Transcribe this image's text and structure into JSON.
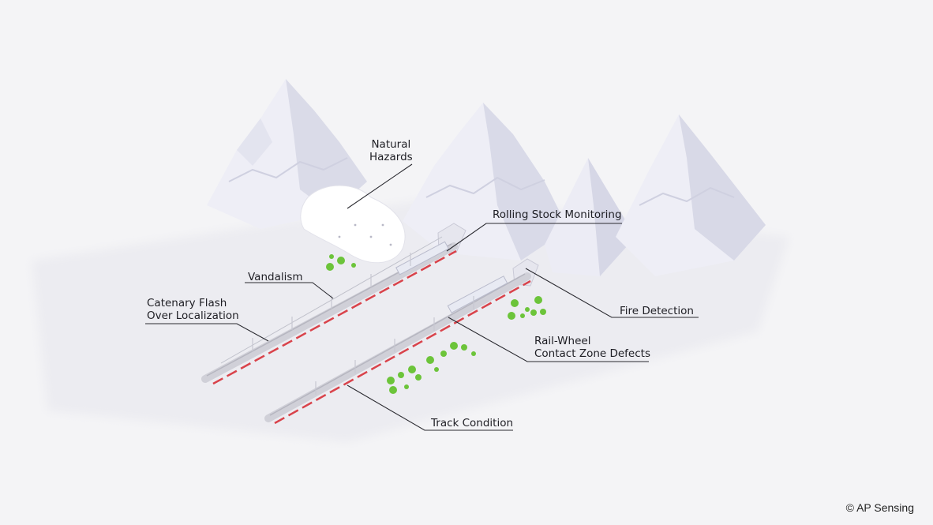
{
  "labels": {
    "natural_hazards": [
      "Natural",
      "Hazards"
    ],
    "rolling_stock": "Rolling Stock Monitoring",
    "vandalism": "Vandalism",
    "catenary": [
      "Catenary Flash",
      "Over Localization"
    ],
    "fire_detection": "Fire Detection",
    "rail_wheel": [
      "Rail-Wheel",
      "Contact Zone Defects"
    ],
    "track_condition": "Track Condition"
  },
  "copyright": "© AP Sensing",
  "colors": {
    "background": "#f4f4f6",
    "mountain_light": "#f2f2f8",
    "mountain_shadow": "#d6d7e6",
    "rail_sensor": "#d9434b",
    "tree": "#6cc43a",
    "leader_line": "#2a2a30"
  }
}
